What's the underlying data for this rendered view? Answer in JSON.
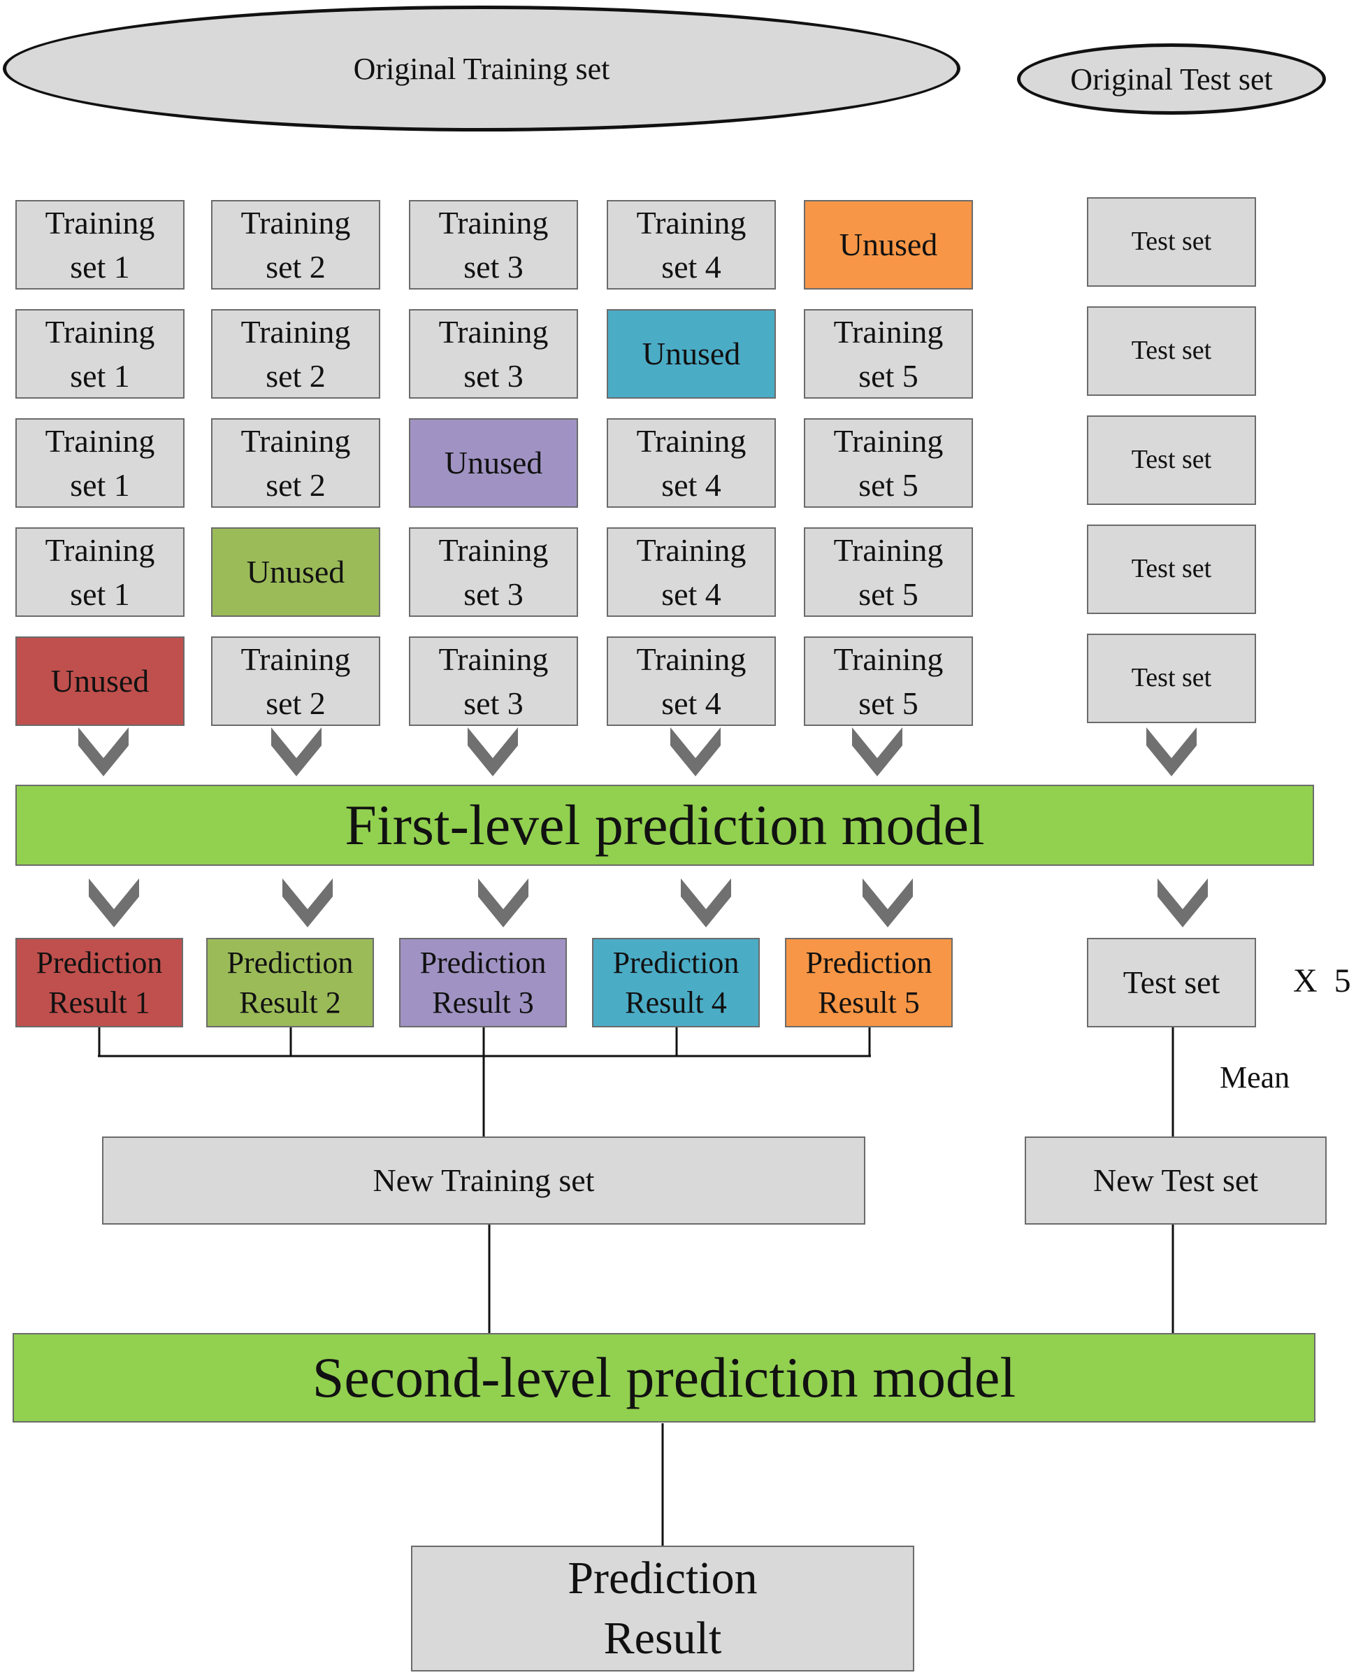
{
  "ellipses": {
    "original_training": "Original Training set",
    "original_test": "Original Test set"
  },
  "grid": [
    [
      "Training\nset 1",
      "Training\nset 2",
      "Training\nset 3",
      "Training\nset 4",
      "Unused"
    ],
    [
      "Training\nset 1",
      "Training\nset 2",
      "Training\nset 3",
      "Unused",
      "Training\nset 5"
    ],
    [
      "Training\nset 1",
      "Training\nset 2",
      "Unused",
      "Training\nset 4",
      "Training\nset 5"
    ],
    [
      "Training\nset 1",
      "Unused",
      "Training\nset 3",
      "Training\nset 4",
      "Training\nset 5"
    ],
    [
      "Unused",
      "Training\nset 2",
      "Training\nset 3",
      "Training\nset 4",
      "Training\nset 5"
    ]
  ],
  "unused_colors": [
    "#f79646",
    "#4bacc6",
    "#a093c3",
    "#9bbb59",
    "#c0504d"
  ],
  "test_set_label": "Test set",
  "first_level_model": "First-level prediction model",
  "prediction_results": [
    {
      "label": "Prediction\nResult 1",
      "color": "#c0504d"
    },
    {
      "label": "Prediction\nResult 2",
      "color": "#9bbb59"
    },
    {
      "label": "Prediction\nResult 3",
      "color": "#a093c3"
    },
    {
      "label": "Prediction\nResult 4",
      "color": "#4bacc6"
    },
    {
      "label": "Prediction\nResult 5",
      "color": "#f79646"
    }
  ],
  "test_set_multiplier": "X  5",
  "mean_label": "Mean",
  "new_training_set": "New Training set",
  "new_test_set": "New Test set",
  "second_level_model": "Second-level prediction model",
  "final_result": "Prediction\nResult",
  "colors": {
    "box_gray": "#d9d9d9",
    "model_green": "#92d050",
    "arrow_gray": "#707070"
  }
}
